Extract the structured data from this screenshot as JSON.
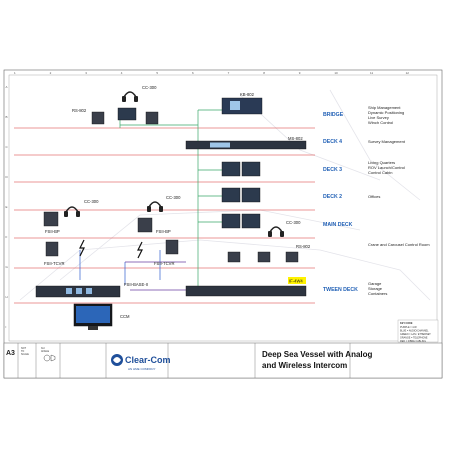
{
  "decks": [
    "BRIDGE",
    "DECK 4",
    "DECK 3",
    "DECK 2",
    "MAIN DECK",
    "TWEEN DECK"
  ],
  "descriptions": {
    "bridge": [
      "Ship Management",
      "Dynamic Positioning",
      "Live Survey",
      "Winch Control"
    ],
    "deck4": [
      "Survey Management"
    ],
    "deck3": [
      "Living Quarters",
      "ROV Launch/Control",
      "Control Cabin"
    ],
    "deck2": [
      "Offices"
    ],
    "main": [
      "Crane and Carousel Control Room"
    ],
    "tween": [
      "Garage",
      "Storage",
      "Containers"
    ]
  },
  "devices": {
    "cc300_top": "CC-300",
    "rs802_top": "RS-802",
    "kb802": "KB-802",
    "ms802": "MS-802",
    "cc300_left": "CC-300",
    "cc300_mid": "CC-300",
    "fsbp_left": "FSII-BP",
    "fsbp_mid": "FSII-BP",
    "fstcvr_left": "FSII-TCVR",
    "fstcvr_mid": "FSII-TCVR",
    "cc300_main": "CC-300",
    "rs802_main": "RS-802",
    "base": "FSII-BASE-II",
    "ccm": "CCM",
    "ifw": "IF-4W4"
  },
  "grid": {
    "cols": [
      "1",
      "2",
      "3",
      "4",
      "5",
      "6",
      "7",
      "8",
      "9",
      "10",
      "11",
      "12"
    ],
    "rows": [
      "A",
      "B",
      "C",
      "D",
      "E",
      "F",
      "G",
      "H",
      "I"
    ]
  },
  "key": {
    "title": "KEY CODE",
    "items": [
      "PURPLE = 4-W",
      "BLUE = AUDIO/CHANNEL",
      "GREEN = LAN / ETHERNET",
      "ORANGE = TELEPHONE",
      "RED = FIBRE CABLING"
    ]
  },
  "title_block": {
    "size": "A3",
    "scale_line1": "NOT",
    "scale_line2": "TO",
    "scale_line3": "SCALE",
    "angle_line1": "3rd",
    "angle_line2": "ANGLE",
    "brand": "Clear-Com",
    "tagline": "AN HME COMPANY",
    "drawing_title_1": "Deep Sea Vessel with Analog",
    "drawing_title_2": "and Wireless Intercom"
  },
  "colors": {
    "purple": "#6a3fa0",
    "blue": "#2f5fd0",
    "green": "#3aa86a",
    "red": "#d83030",
    "deck_text": "#1f5fb5",
    "brand": "#1f4f9a"
  }
}
